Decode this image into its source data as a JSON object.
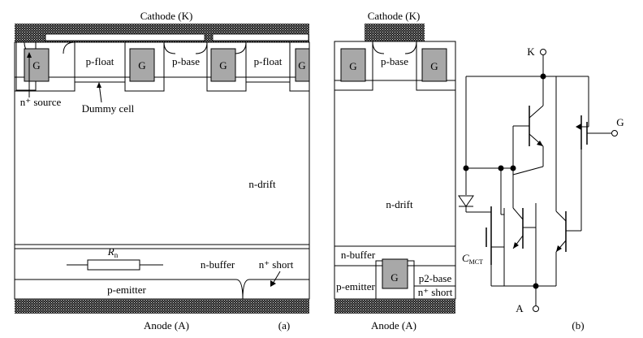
{
  "panel_a": {
    "cathode_label": "Cathode (K)",
    "anode_label": "Anode (A)",
    "gate_labels": [
      "G",
      "G",
      "G",
      "G"
    ],
    "p_float_label": "p-float",
    "p_base_label": "p-base",
    "n_source_label": "n⁺ source",
    "dummy_cell_label": "Dummy cell",
    "n_drift_label": "n-drift",
    "resistor_label": "Rn",
    "resistor_main": "R",
    "resistor_sub": "n",
    "n_buffer_label": "n-buffer",
    "n_short_label": "n⁺ short",
    "p_emitter_label": "p-emitter",
    "caption": "(a)"
  },
  "panel_b_device": {
    "cathode_label": "Cathode (K)",
    "anode_label": "Anode (A)",
    "gate_labels": [
      "G",
      "G",
      "G"
    ],
    "p_base_label": "p-base",
    "n_drift_label": "n-drift",
    "n_buffer_label": "n-buffer",
    "p_emitter_label": "p-emitter",
    "p2_base_label": "p2-base",
    "n_short_label": "n⁺ short"
  },
  "panel_b_circuit": {
    "k_label": "K",
    "a_label": "A",
    "g_label": "G",
    "c_mct_main": "C",
    "c_mct_sub": "MCT",
    "caption": "(b)"
  },
  "colors": {
    "gate_fill": "#a8a8a8",
    "metal_hatch": "#000000",
    "background": "#ffffff"
  }
}
